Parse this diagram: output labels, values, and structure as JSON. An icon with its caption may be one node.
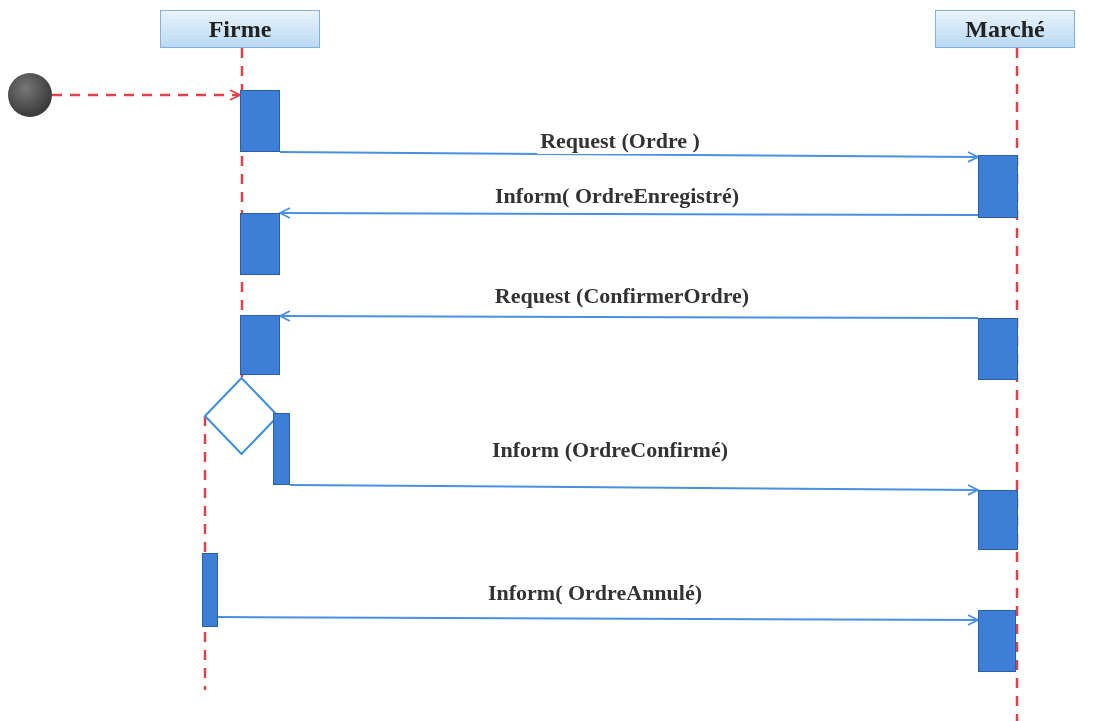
{
  "diagram": {
    "nodes": [
      {
        "text": [
          "Firme"
        ]
      },
      {
        "text": [
          "Marché"
        ]
      },
      {
        "text": [],
        "shape": "circle"
      },
      {
        "text": [],
        "shape": "bar"
      },
      {
        "text": [],
        "shape": "bar"
      },
      {
        "text": [],
        "shape": "bar"
      },
      {
        "text": [],
        "shape": "bar"
      },
      {
        "text": [],
        "shape": "bar"
      },
      {
        "text": [],
        "shape": "diamond"
      },
      {
        "text": [],
        "shape": "bar"
      },
      {
        "text": [],
        "shape": "bar"
      },
      {
        "text": [],
        "shape": "bar"
      },
      {
        "text": [],
        "shape": "bar"
      }
    ],
    "edges": [
      {
        "from": 2,
        "to": 3,
        "arrow": "to",
        "style": "dashed",
        "color": "#e0404a"
      },
      {
        "from": 3,
        "to": 4,
        "arrow": "to",
        "label": "Request (Ordre )"
      },
      {
        "from": 4,
        "to": 5,
        "arrow": "to",
        "label": "Inform( OrdreEnregistré)"
      },
      {
        "from": 6,
        "to": 7,
        "arrow": "to",
        "label": "Request (ConfirmerOrdre)"
      },
      {
        "from": 9,
        "to": 10,
        "arrow": "to",
        "label": "Inform (OrdreConfirmé)"
      },
      {
        "from": 11,
        "to": 12,
        "arrow": "to",
        "label": "Inform( OrdreAnnulé)"
      },
      {
        "from": 0,
        "to": 8,
        "arrow": "none",
        "style": "dashed",
        "color": "#e0404a"
      },
      {
        "from": 8,
        "to": null,
        "arrow": "none",
        "style": "dashed",
        "color": "#e0404a"
      },
      {
        "from": 1,
        "to": null,
        "arrow": "none",
        "style": "dashed",
        "color": "#e0404a"
      }
    ]
  }
}
